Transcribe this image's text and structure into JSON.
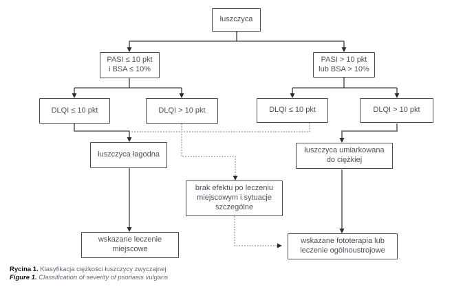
{
  "diagram": {
    "title_node": "łuszczyca",
    "nodes": {
      "root": {
        "lines": [
          "łuszczyca"
        ]
      },
      "pasi_low": {
        "lines": [
          "PASI ≤ 10 pkt",
          "i BSA ≤ 10%"
        ]
      },
      "pasi_high": {
        "lines": [
          "PASI > 10 pkt",
          "lub BSA > 10%"
        ]
      },
      "dlqi_low_left": {
        "lines": [
          "DLQI ≤ 10 pkt"
        ]
      },
      "dlqi_high_left": {
        "lines": [
          "DLQI > 10 pkt"
        ]
      },
      "dlqi_low_right": {
        "lines": [
          "DLQI ≤ 10 pkt"
        ]
      },
      "dlqi_high_right": {
        "lines": [
          "DLQI > 10 pkt"
        ]
      },
      "mild": {
        "lines": [
          "łuszczyca łagodna"
        ]
      },
      "moderate": {
        "lines": [
          "łuszczyca umiarkowana",
          "do ciężkiej"
        ]
      },
      "no_effect": {
        "lines": [
          "brak efektu po leczeniu",
          "miejscowym i sytuacje",
          "szczególne"
        ]
      },
      "topical": {
        "lines": [
          "wskazane leczenie",
          "miejscowe"
        ]
      },
      "systemic": {
        "lines": [
          "wskazane fototerapia lub",
          "leczenie ogólnoustrojowe"
        ]
      }
    },
    "colors": {
      "box_border": "#4a4a4a",
      "box_text": "#49505c",
      "solid_line": "#3a3a3a",
      "dashed_line": "#8c8c8c",
      "arrowhead": "#2b2b2b"
    }
  },
  "caption": {
    "pl_label": "Rycina 1.",
    "pl_text": " Klasyfikacja ciężkości łuszczycy zwyczajnej",
    "en_label": "Figure 1.",
    "en_text": " Classification of severity of psoriasis vulgaris"
  }
}
